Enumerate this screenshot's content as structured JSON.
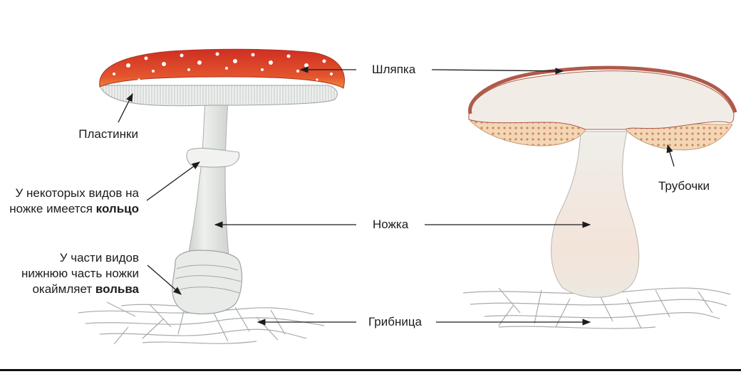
{
  "labels": {
    "cap": "Шляпка",
    "gills": "Пластинки",
    "ring_line1": "У некоторых видов на",
    "ring_line2_pre": "ножке имеется ",
    "ring_line2_bold": "кольцо",
    "stem": "Ножка",
    "volva_line1": "У части видов",
    "volva_line2": "нижнюю часть ножки",
    "volva_line3_pre": "окаймляет ",
    "volva_line3_bold": "вольва",
    "tubes": "Трубочки",
    "mycelium": "Грибница"
  },
  "colors": {
    "amanita_cap": "#d8402a",
    "amanita_spots": "#ffffff",
    "bolete_cap_rim": "#b05a4a",
    "bolete_flesh": "#f1ede6",
    "bolete_tubes": "#f0c9a0",
    "stem": "#e7e9e6",
    "mycelium": "#a9adb0",
    "arrow": "#1c1c1c"
  }
}
